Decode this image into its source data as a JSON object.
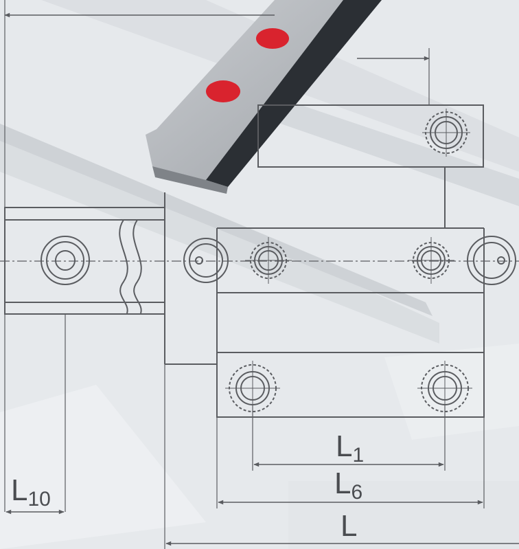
{
  "colors": {
    "background": "#e9ecef",
    "line": "#5a5c60",
    "rail": "#a6aaaf",
    "rail_dark": "#2b2f34",
    "mark_red": "#d9232e"
  },
  "dimensions": {
    "l1": {
      "main": "L",
      "sub": "1"
    },
    "l6": {
      "main": "L",
      "sub": "6"
    },
    "l10": {
      "main": "L",
      "sub": "10"
    },
    "l": {
      "main": "L"
    }
  }
}
